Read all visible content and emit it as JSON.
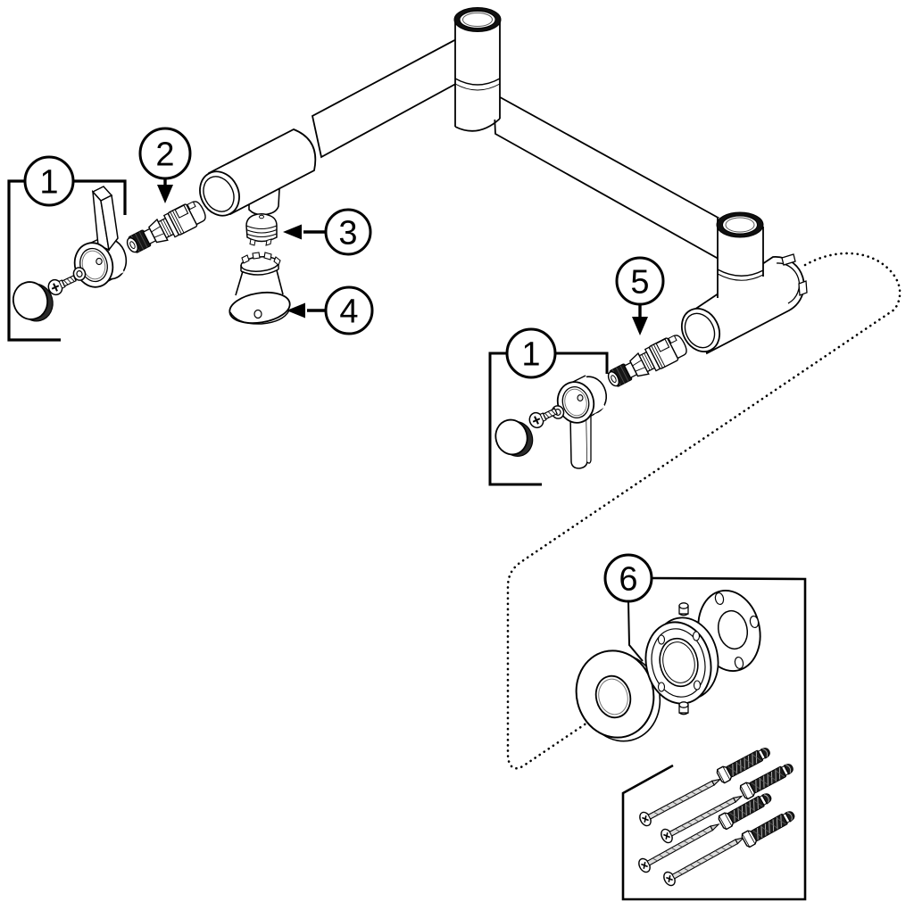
{
  "diagram": {
    "kind": "exploded-parts-diagram",
    "callouts": [
      "1",
      "2",
      "3",
      "4",
      "5",
      "1",
      "6"
    ],
    "colors": {
      "line": "#000000",
      "background": "#ffffff",
      "dark_fill": "#1c1c1c"
    }
  }
}
